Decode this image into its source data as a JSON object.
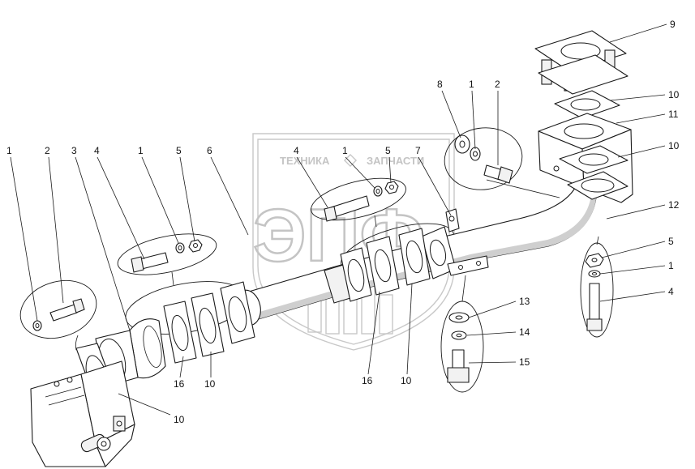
{
  "watermark": {
    "left_word": "ТЕХНИКА",
    "right_word": "ЗАПЧАСТИ",
    "logo": "ЭПФ"
  },
  "callouts": [
    {
      "id": "c1",
      "text": "1"
    },
    {
      "id": "c2",
      "text": "2"
    },
    {
      "id": "c3",
      "text": "3"
    },
    {
      "id": "c4",
      "text": "4"
    },
    {
      "id": "c5",
      "text": "1"
    },
    {
      "id": "c6",
      "text": "5"
    },
    {
      "id": "c7",
      "text": "6"
    },
    {
      "id": "c8",
      "text": "4"
    },
    {
      "id": "c9",
      "text": "1"
    },
    {
      "id": "c10",
      "text": "5"
    },
    {
      "id": "c11",
      "text": "7"
    },
    {
      "id": "c12",
      "text": "8"
    },
    {
      "id": "c13",
      "text": "1"
    },
    {
      "id": "c14",
      "text": "2"
    },
    {
      "id": "c15",
      "text": "9"
    },
    {
      "id": "c16",
      "text": "10"
    },
    {
      "id": "c17",
      "text": "11"
    },
    {
      "id": "c18",
      "text": "10"
    },
    {
      "id": "c19",
      "text": "12"
    },
    {
      "id": "c20",
      "text": "5"
    },
    {
      "id": "c21",
      "text": "1"
    },
    {
      "id": "c22",
      "text": "4"
    },
    {
      "id": "c23",
      "text": "13"
    },
    {
      "id": "c24",
      "text": "14"
    },
    {
      "id": "c25",
      "text": "15"
    },
    {
      "id": "c26",
      "text": "16"
    },
    {
      "id": "c27",
      "text": "10"
    },
    {
      "id": "c28",
      "text": "16"
    },
    {
      "id": "c29",
      "text": "10"
    },
    {
      "id": "c30",
      "text": "10"
    }
  ]
}
